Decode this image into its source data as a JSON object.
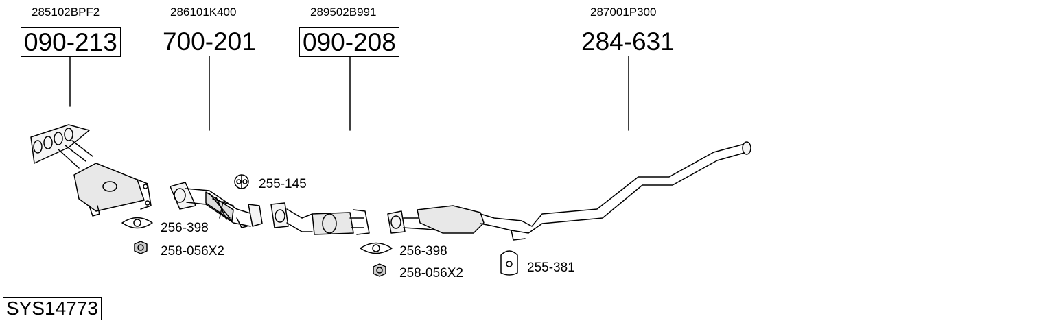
{
  "oem_codes": [
    "285102BPF2",
    "286101K400",
    "289502B991",
    "287001P300"
  ],
  "parts": [
    {
      "number": "090-213",
      "boxed": true
    },
    {
      "number": "700-201",
      "boxed": false
    },
    {
      "number": "090-208",
      "boxed": true
    },
    {
      "number": "284-631",
      "boxed": false
    }
  ],
  "accessories": [
    {
      "number": "255-145"
    },
    {
      "number": "256-398"
    },
    {
      "number": "258-056X2"
    },
    {
      "number": "256-398"
    },
    {
      "number": "258-056X2"
    },
    {
      "number": "255-381"
    }
  ],
  "system_id": "SYS14773"
}
